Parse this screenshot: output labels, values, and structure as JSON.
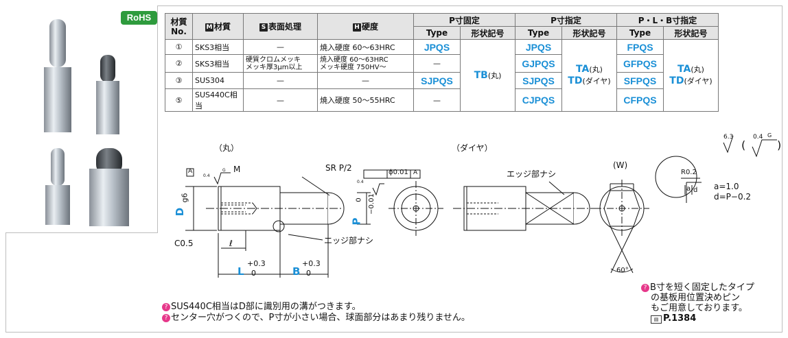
{
  "badge": {
    "rohs": "RoHS"
  },
  "table": {
    "h_material_no_1": "材質",
    "h_material_no_2": "No.",
    "h_material_icon": "M",
    "h_material": "材質",
    "h_surface_icon": "S",
    "h_surface": "表面処理",
    "h_hardness_icon": "H",
    "h_hardness": "硬度",
    "h_p_fixed": "P寸固定",
    "h_p_spec": "P寸指定",
    "h_plb_spec": "P・L・B寸指定",
    "h_type": "Type",
    "h_shape": "形状記号",
    "rows": [
      {
        "no": "①",
        "material": "SKS3相当",
        "surface": "—",
        "hardness": "焼入硬度 60～63HRC",
        "p_fixed": "JPQS",
        "p_spec": "JPQS",
        "plb": "FPQS"
      },
      {
        "no": "②",
        "material": "SKS3相当",
        "surface": "硬質クロムメッキ\nメッキ厚3μm以上",
        "hardness": "焼入硬度 60～63HRC\nメッキ硬度 750HV～",
        "p_fixed": "—",
        "p_spec": "GJPQS",
        "plb": "GFPQS"
      },
      {
        "no": "③",
        "material": "SUS304",
        "surface": "—",
        "hardness": "—",
        "p_fixed": "SJPQS",
        "p_spec": "SJPQS",
        "plb": "SFPQS"
      },
      {
        "no": "⑤",
        "material": "SUS440C相当",
        "surface": "—",
        "hardness": "焼入硬度 50～55HRC",
        "p_fixed": "—",
        "p_spec": "CJPQS",
        "plb": "CFPQS"
      }
    ],
    "shape_tb": "TB",
    "shape_tb_suffix": "(丸)",
    "shape_ta": "TA",
    "shape_ta_suffix": "(丸)",
    "shape_td": "TD",
    "shape_td_suffix": "(ダイヤ)"
  },
  "drawing": {
    "label_round": "（丸）",
    "label_diamond": "（ダイヤ）",
    "sr": "SR P/2",
    "m": "M",
    "datum_a": "A",
    "tol_coax": "ϕ0.01",
    "d_label": "D",
    "d_tol": "g6",
    "p_label": "P",
    "p_tol_upper": "0",
    "p_tol_lower": "−0.01",
    "c05": "C0.5",
    "ell": "ℓ",
    "l_label": "L",
    "l_tol_upper": "+0.3",
    "l_tol_lower": "0",
    "b_label": "B",
    "b_tol_upper": "+0.3",
    "b_tol_lower": "0",
    "edge_none_1": "エッジ部ナシ",
    "edge_none_2": "エッジ部ナシ",
    "w_label": "(W)",
    "angle": "60°",
    "r02": "R0.2",
    "a_small": "a",
    "d_small": "d",
    "a_eq": "a=1.0",
    "d_eq": "d=P−0.2",
    "rough_63": "6.3",
    "rough_04": "0.4",
    "rough_g": "G",
    "rough_04b": "0.4",
    "rough_g2": "G",
    "rough_04c": "0.4"
  },
  "notes": {
    "n1": "SUS440C相当はD部に識別用の溝がつきます。",
    "n2": "センター穴がつくので、P寸が小さい場合、球面部分はあまり残りません。",
    "side1": "B寸を短く固定したタイプ",
    "side2": "の基板用位置決めピン",
    "side3": "もご用意しております。",
    "page_ref": "P.1384"
  }
}
